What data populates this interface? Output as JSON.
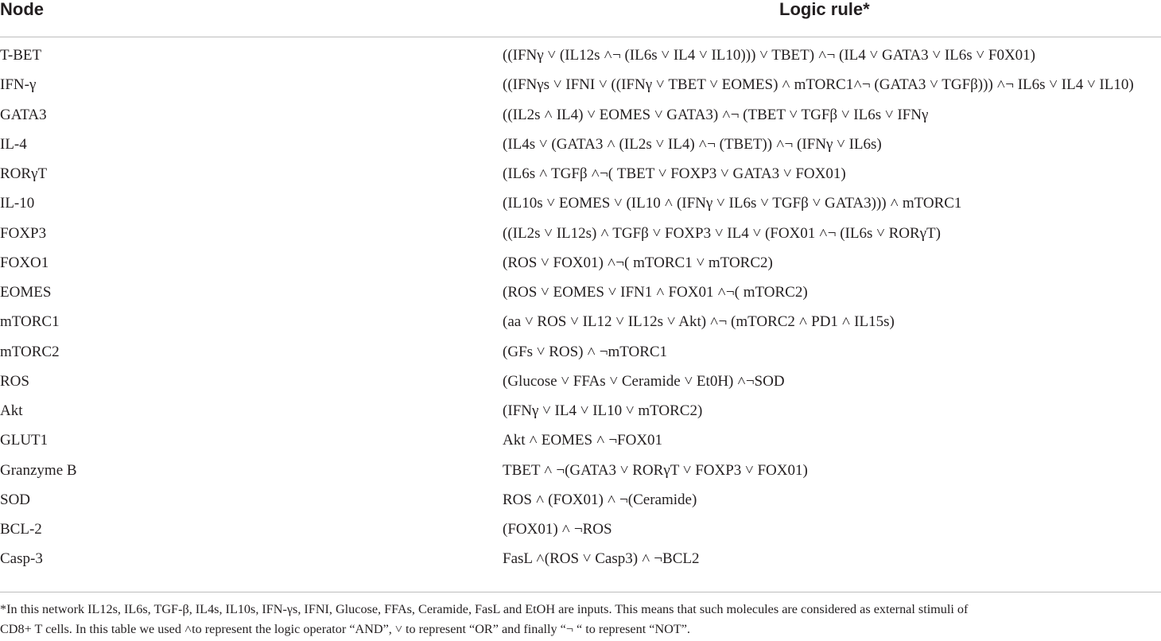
{
  "table": {
    "header": {
      "node": "Node",
      "rule": "Logic rule*"
    },
    "rows": [
      {
        "node": "T-BET",
        "rule": "((IFNγ ˅ (IL12s ˄¬ (IL6s ˅ IL4 ˅ IL10))) ˅ TBET) ˄¬ (IL4 ˅ GATA3 ˅ IL6s ˅ F0X01)"
      },
      {
        "node": "IFN-γ",
        "rule": "((IFNγs ˅ IFNI ˅ ((IFNγ ˅ TBET ˅ EOMES) ˄ mTORC1˄¬ (GATA3 ˅ TGFβ))) ˄¬ IL6s ˅ IL4 ˅ IL10)"
      },
      {
        "node": "GATA3",
        "rule": "((IL2s ˄ IL4) ˅ EOMES ˅ GATA3) ˄¬ (TBET ˅ TGFβ ˅ IL6s ˅ IFNγ"
      },
      {
        "node": "IL-4",
        "rule": "(IL4s ˅ (GATA3 ˄ (IL2s ˅ IL4) ˄¬ (TBET)) ˄¬ (IFNγ ˅ IL6s)"
      },
      {
        "node": "RORγT",
        "rule": "(IL6s ˄ TGFβ ˄¬( TBET ˅ FOXP3 ˅ GATA3 ˅ FOX01)"
      },
      {
        "node": "IL-10",
        "rule": "(IL10s ˅ EOMES ˅ (IL10 ˄ (IFNγ ˅ IL6s ˅ TGFβ ˅ GATA3))) ˄ mTORC1"
      },
      {
        "node": "FOXP3",
        "rule": "((IL2s ˅ IL12s) ˄ TGFβ ˅ FOXP3 ˅ IL4 ˅ (FOX01 ˄¬ (IL6s ˅ RORγT)"
      },
      {
        "node": "FOXO1",
        "rule": "(ROS ˅ FOX01) ˄¬( mTORC1 ˅ mTORC2)"
      },
      {
        "node": "EOMES",
        "rule": "(ROS ˅ EOMES ˅ IFN1 ˄ FOX01 ˄¬( mTORC2)"
      },
      {
        "node": "mTORC1",
        "rule": "(aa ˅ ROS ˅ IL12 ˅ IL12s ˅ Akt) ˄¬ (mTORC2 ˄ PD1 ˄ IL15s)"
      },
      {
        "node": "mTORC2",
        "rule": "(GFs ˅ ROS) ˄ ¬mTORC1"
      },
      {
        "node": "ROS",
        "rule": "(Glucose ˅ FFAs ˅ Ceramide ˅ Et0H) ˄¬SOD"
      },
      {
        "node": "Akt",
        "rule": "(IFNγ ˅ IL4 ˅ IL10 ˅ mTORC2)"
      },
      {
        "node": "GLUT1",
        "rule": "Akt ˄ EOMES ˄ ¬FOX01"
      },
      {
        "node": "Granzyme B",
        "rule": "TBET ˄ ¬(GATA3 ˅ RORγT ˅ FOXP3 ˅ FOX01)"
      },
      {
        "node": "SOD",
        "rule": "ROS ˄ (FOX01) ˄ ¬(Ceramide)"
      },
      {
        "node": "BCL-2",
        "rule": "(FOX01) ˄ ¬ROS"
      },
      {
        "node": "Casp-3",
        "rule": "FasL ˄(ROS ˅ Casp3) ˄ ¬BCL2"
      }
    ]
  },
  "footnote": {
    "line1": "*In this network IL12s, IL6s, TGF-β, IL4s, IL10s, IFN-γs, IFNI, Glucose, FFAs, Ceramide, FasL and EtOH are inputs. This means that such molecules are considered as external stimuli of",
    "line2": "CD8+ T cells. In this table we used ˄to represent the logic operator “AND”, ˅ to represent “OR” and finally “¬ “ to represent “NOT”."
  }
}
